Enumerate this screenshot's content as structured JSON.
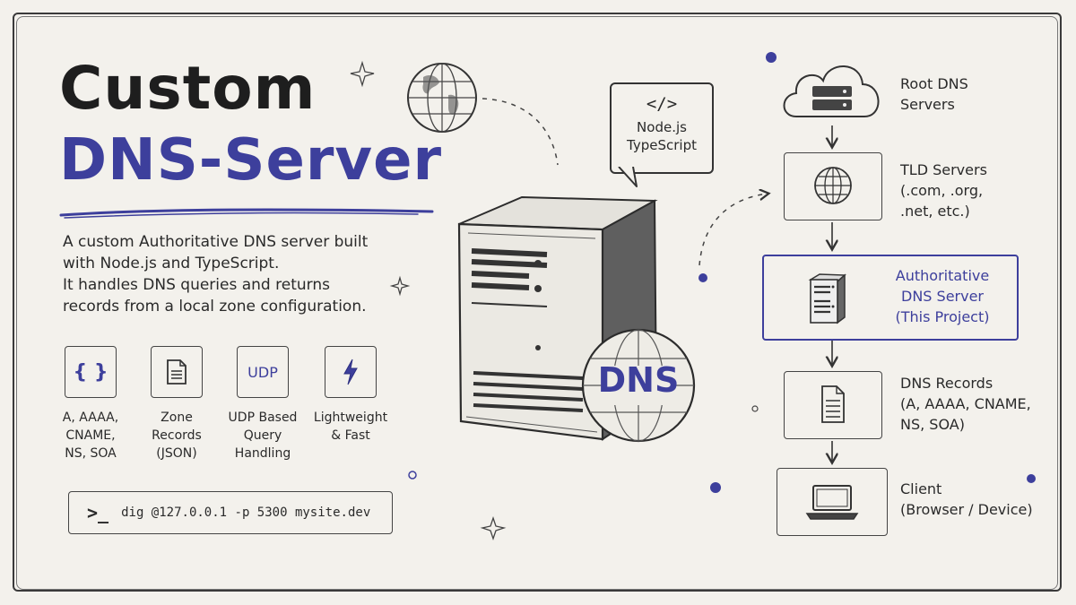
{
  "title": {
    "line1": "Custom",
    "line2": "DNS-Server"
  },
  "description": [
    "A custom Authoritative DNS server built",
    "with Node.js and TypeScript.",
    "It handles DNS queries and returns",
    "records from a local zone configuration."
  ],
  "features": [
    {
      "icon": "braces-icon",
      "glyph": "{ }",
      "label": "A, AAAA,\nCNAME,\nNS, SOA"
    },
    {
      "icon": "document-icon",
      "glyph": "",
      "label": "Zone\nRecords\n(JSON)"
    },
    {
      "icon": "udp-icon",
      "glyph": "UDP",
      "label": "UDP Based\nQuery\nHandling"
    },
    {
      "icon": "lightning-icon",
      "glyph": "",
      "label": "Lightweight\n& Fast"
    }
  ],
  "command": {
    "prompt": ">_",
    "text": "dig @127.0.0.1 -p 5300 mysite.dev"
  },
  "tech_bubble": {
    "code": "</>",
    "line1": "Node.js",
    "line2": "TypeScript"
  },
  "server_badge": "DNS",
  "hierarchy": [
    {
      "icon": "cloud-server-icon",
      "lines": [
        "Root DNS",
        "Servers"
      ]
    },
    {
      "icon": "globe-icon",
      "lines": [
        "TLD Servers",
        "(.com, .org,",
        ".net, etc.)"
      ]
    },
    {
      "icon": "server-icon",
      "lines": [
        "Authoritative",
        "DNS Server",
        "(This Project)"
      ]
    },
    {
      "icon": "document-icon",
      "lines": [
        "DNS Records",
        "(A, AAAA, CNAME,",
        "NS, SOA)"
      ]
    },
    {
      "icon": "laptop-icon",
      "lines": [
        "Client",
        "(Browser / Device)"
      ]
    }
  ],
  "colors": {
    "accent": "#3d3f9c",
    "ink": "#2a2a2a",
    "paper": "#f3f1ec"
  }
}
